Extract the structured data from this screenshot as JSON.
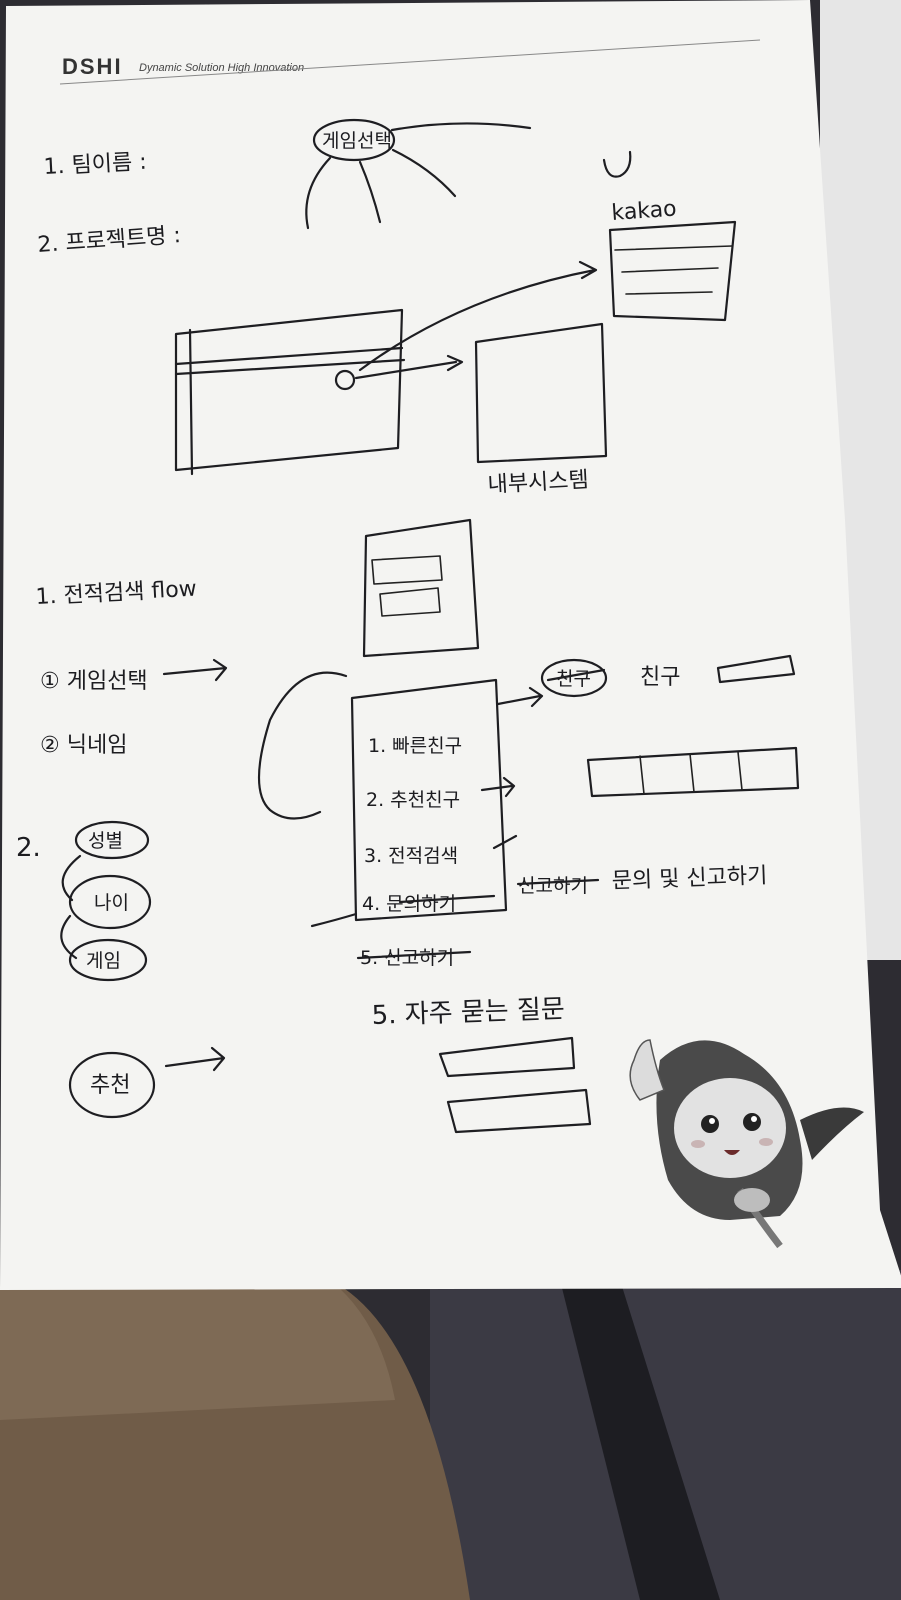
{
  "header": {
    "brand": "DSHI",
    "tagline": "Dynamic Solution High Innovation"
  },
  "top_notes": {
    "team_name": "1. 팀이름 :",
    "project_name": "2. 프로젝트명 :",
    "game_select_bubble": "게임선택",
    "kakao_label": "kakao",
    "internal_system": "내부시스템"
  },
  "flow_notes": {
    "heading": "1. 전적검색 flow",
    "step1": "① 게임선택",
    "step2": "② 닉네임",
    "section2_num": "2.",
    "gender": "성별",
    "age": "나이",
    "game": "게임",
    "recommend": "추천"
  },
  "menu": {
    "item1": "1. 빠른친구",
    "item2": "2. 추천친구",
    "item3": "3. 전적검색",
    "item4": "4. 문의하기",
    "item5_struck": "5. 신고하기",
    "item5_new": "5. 자주 묻는 질문",
    "annotation_report": "신고하기",
    "annotation_inquiry": "문의 및 신고하기",
    "bubble_struck": "친구",
    "friend_label": "친구"
  },
  "colors": {
    "paper": "#f4f4f2",
    "ink": "#1e1e22",
    "floor": "#2b2b30",
    "sleeve": "#6e5a46"
  }
}
